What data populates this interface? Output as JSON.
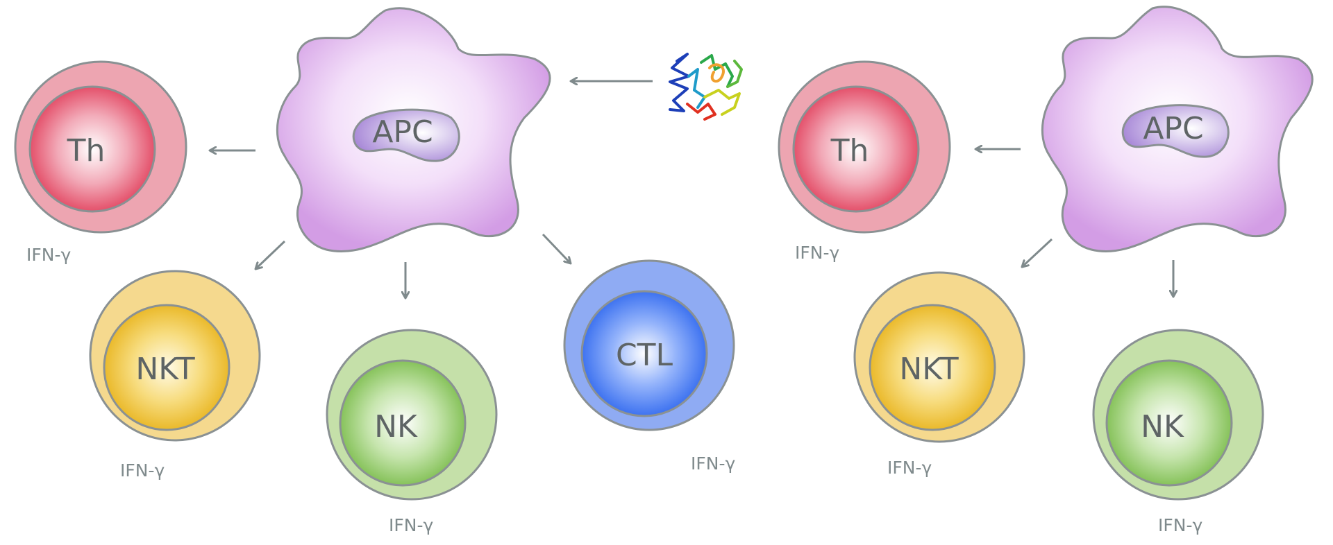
{
  "panels": {
    "left": {
      "apc": {
        "label": "APC"
      },
      "th": {
        "label": "Th",
        "cytokine": "IFN-γ"
      },
      "nkt": {
        "label": "NKT",
        "cytokine": "IFN-γ"
      },
      "nk": {
        "label": "NK",
        "cytokine": "IFN-γ"
      },
      "ctl": {
        "label": "CTL",
        "cytokine": "IFN-γ"
      }
    },
    "right": {
      "apc": {
        "label": "APC"
      },
      "th": {
        "label": "Th",
        "cytokine": "IFN-γ"
      },
      "nkt": {
        "label": "NKT",
        "cytokine": "IFN-γ"
      },
      "nk": {
        "label": "NK",
        "cytokine": "IFN-γ"
      }
    }
  },
  "colors": {
    "th": "#e4506a",
    "nkt": "#edc032",
    "nk": "#8fc765",
    "ctl": "#4f7ff0",
    "apc": "#d9a5e8",
    "arrow": "#7f8a8c",
    "outline": "#8a9193"
  },
  "icons": {
    "antigen": "protein-ribbon-icon"
  }
}
